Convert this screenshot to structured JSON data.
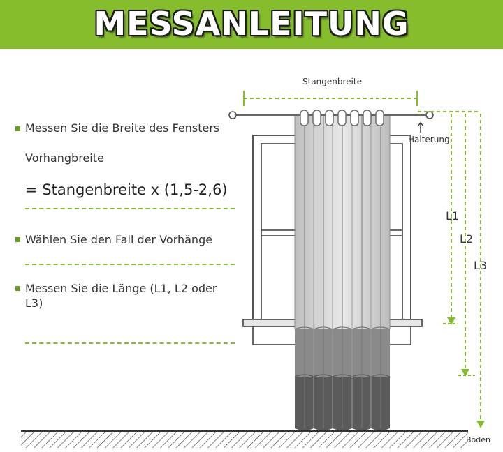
{
  "header": {
    "title": "MESSANLEITUNG"
  },
  "instructions": {
    "step1": "Messen Sie die Breite des Fensters",
    "curtain_width_label": "Vorhangbreite",
    "formula": "= Stangenbreite x (1,5-2,6)",
    "step2": "Wählen Sie den Fall der Vorhänge",
    "step3_line1": "Messen Sie die Länge (L1, L2 oder",
    "step3_line2": "L3)"
  },
  "diagram": {
    "rod_width_label": "Stangenbreite",
    "bracket_label": "Halterung",
    "l1": "L1",
    "l2": "L2",
    "l3": "L3",
    "floor_label": "Boden"
  },
  "colors": {
    "banner": "#86bd2d",
    "dash": "#86bd2d",
    "bullet": "#6a9a2a"
  }
}
